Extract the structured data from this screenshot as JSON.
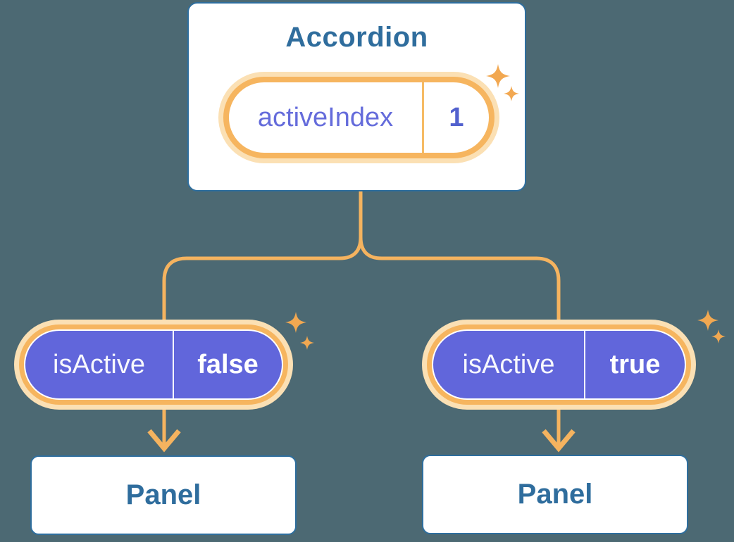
{
  "diagram": {
    "root": {
      "title": "Accordion",
      "state": {
        "label": "activeIndex",
        "value": "1"
      }
    },
    "children": [
      {
        "prop": {
          "label": "isActive",
          "value": "false"
        },
        "target": "Panel"
      },
      {
        "prop": {
          "label": "isActive",
          "value": "true"
        },
        "target": "Panel"
      }
    ]
  },
  "colors": {
    "background": "#4C6973",
    "node_border_blue": "#2E6E9E",
    "node_text_blue": "#2F6D9D",
    "connector_orange": "#F5B35F",
    "ring_orange": "#F6B55F",
    "halo_peach": "#FBE0B4",
    "sparkle_orange": "#F2A851",
    "pill_purple": "#6166DB",
    "state_text_indigo": "#656CDB",
    "state_value_indigo": "#5261CE"
  }
}
